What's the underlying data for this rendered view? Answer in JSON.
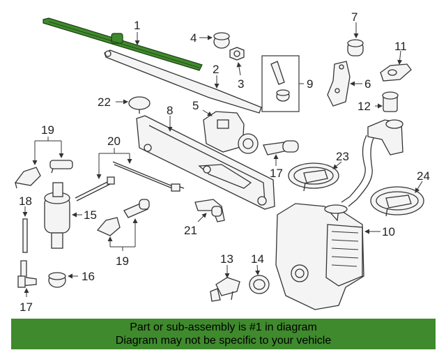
{
  "callouts": {
    "c1": "1",
    "c2": "2",
    "c3": "3",
    "c4": "4",
    "c5": "5",
    "c6": "6",
    "c7": "7",
    "c8": "8",
    "c9": "9",
    "c10": "10",
    "c11": "11",
    "c12": "12",
    "c13": "13",
    "c14": "14",
    "c15": "15",
    "c16": "16",
    "c17a": "17",
    "c17b": "17",
    "c18": "18",
    "c19a": "19",
    "c19b": "19",
    "c20": "20",
    "c21": "21",
    "c22": "22",
    "c23": "23",
    "c24": "24"
  },
  "banner": {
    "line1": "Part or sub-assembly is #1 in diagram",
    "line2": "Diagram may not be specific to your vehicle"
  },
  "colors": {
    "highlight": "#3f8a2d",
    "banner_bg": "#3f8a2d"
  }
}
